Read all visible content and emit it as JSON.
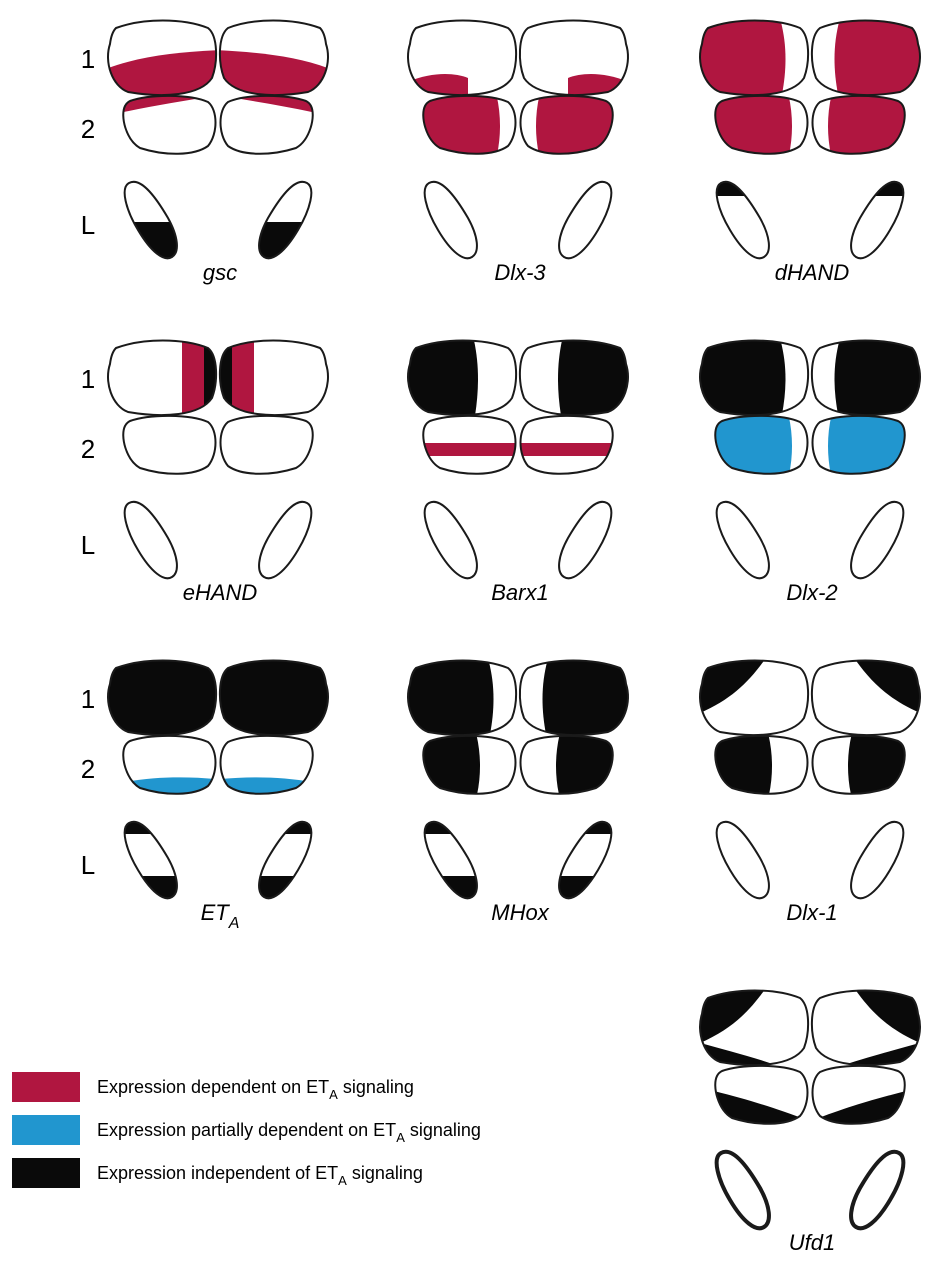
{
  "colors": {
    "dependent": "#b01640",
    "partial": "#2196cf",
    "independent": "#0a0a0a",
    "outline": "#1a1a1a"
  },
  "row_labels": [
    "1",
    "2",
    "L"
  ],
  "panels": [
    {
      "gene": "gsc",
      "sub": ""
    },
    {
      "gene": "Dlx-3",
      "sub": ""
    },
    {
      "gene": "dHAND",
      "sub": ""
    },
    {
      "gene": "eHAND",
      "sub": ""
    },
    {
      "gene": "Barx1",
      "sub": ""
    },
    {
      "gene": "Dlx-2",
      "sub": ""
    },
    {
      "gene": "ET",
      "sub": "A"
    },
    {
      "gene": "MHox",
      "sub": ""
    },
    {
      "gene": "Dlx-1",
      "sub": ""
    },
    {
      "gene": "Ufd1",
      "sub": ""
    }
  ],
  "legend": [
    {
      "pre": "Expression dependent on ET",
      "sub": "A",
      "post": " signaling",
      "color": "#b01640"
    },
    {
      "pre": "Expression partially dependent on ET",
      "sub": "A",
      "post": " signaling",
      "color": "#2196cf"
    },
    {
      "pre": "Expression independent of ET",
      "sub": "A",
      "post": " signaling",
      "color": "#0a0a0a"
    }
  ]
}
